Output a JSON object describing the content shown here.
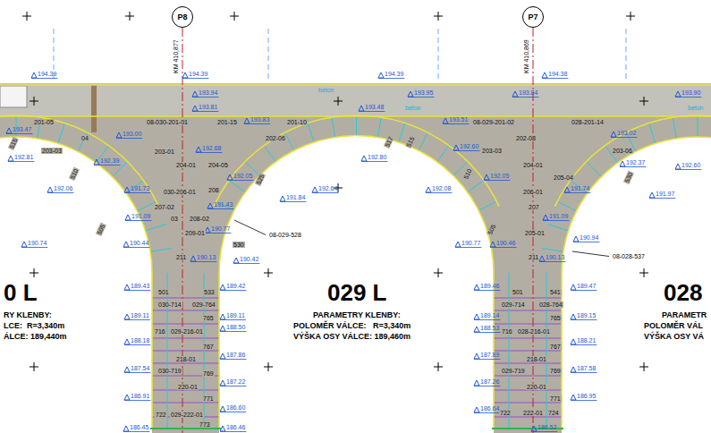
{
  "diagram": {
    "nodes": [
      {
        "text": [
          "P8"
        ]
      },
      {
        "text": [
          "P7"
        ]
      }
    ],
    "labels": [
      "194.39",
      "194.39",
      "193.94",
      "193.81",
      "193.47",
      "192.81",
      "515",
      "201-05",
      "04",
      "193.00",
      "08-030-201-01",
      "201-15",
      "193.83",
      "202-06",
      "203-03",
      "203-01",
      "192.68",
      "192.39",
      "204-01",
      "204-05",
      "192.05",
      "525",
      "510",
      "191.84",
      "192.06",
      "191.73",
      "030-206-01",
      "208",
      "191.43",
      "207-02",
      "208-02",
      "191.09",
      "03",
      "190.77",
      "505",
      "209-01",
      "530",
      "190.74",
      "190.44",
      "211",
      "190.13",
      "190.42",
      "08-029-528",
      "0 L",
      "RY KLENBY:",
      "LCE:  R=3,340m",
      "ÁLCE: 189,440m",
      "189.43",
      "501",
      "533",
      "189.42",
      "030-714",
      "029-764",
      "189.11",
      "189.11",
      "765",
      "188.50",
      "716",
      "029-216-01",
      "188.18",
      "767",
      "187.86",
      "218-01",
      "187.54",
      "030-719",
      "769",
      "187.22",
      "220-01",
      "186.91",
      "771",
      "186.60",
      "722",
      "029-222-01",
      "773",
      "186.45",
      "186.46",
      "KM 410,877",
      "KM 410,869",
      "beton",
      "beton",
      "194.39",
      "193.95",
      "193.48",
      "201-10",
      "193.51",
      "08-029-201-02",
      "028-201-14",
      "194.38",
      "193.84",
      "517",
      "515",
      "192.80",
      "192.64",
      "192.60",
      "203-03",
      "202-08",
      "510",
      "192.08",
      "192.05",
      "204-01",
      "205-04",
      "206-01",
      "191.74",
      "207",
      "191.09",
      "505",
      "205-01",
      "190.94",
      "190.77",
      "190.46",
      "211",
      "190.13",
      "08-028-537",
      "029 L",
      "PARAMETRY KLENBY:",
      "POLOMĚR VÁLCE:   R=3,340m",
      "VÝŠKA OSY VÁLCE: 189,460m",
      "189.46",
      "501",
      "541",
      "189.47",
      "029-714",
      "028-764",
      "189.14",
      "765",
      "189.15",
      "188.53",
      "716",
      "028-216-01",
      "767",
      "188.21",
      "187.89",
      "218-01",
      "769",
      "187.58",
      "029-719",
      "187.26",
      "220-01",
      "771",
      "186.95",
      "186.64",
      "722",
      "222-01",
      "724",
      "186.52",
      "193.90",
      "beton",
      "193.02",
      "203-06",
      "192.37",
      "530",
      "191.97",
      "192.60",
      "028",
      "PARAMETR",
      "POLOMĚR VÁL",
      "VÝŠKA OSY VÁ"
    ]
  }
}
